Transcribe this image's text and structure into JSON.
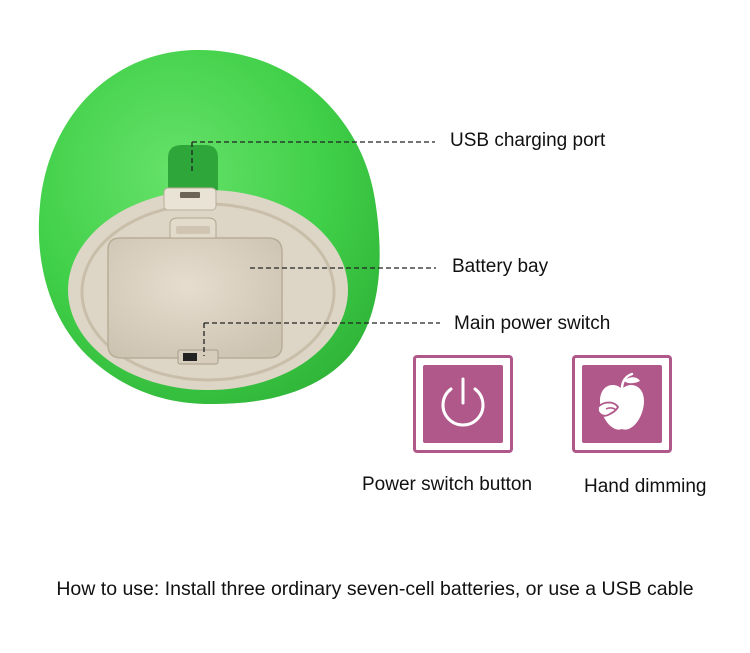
{
  "callouts": {
    "usb_port": "USB charging port",
    "battery_bay": "Battery bay",
    "main_power_switch": "Main power switch"
  },
  "features": [
    {
      "label": "Power switch button",
      "icon": "power-icon"
    },
    {
      "label": "Hand dimming",
      "icon": "apple-hand-icon"
    }
  ],
  "instruction": "How to use: Install three ordinary seven-cell batteries, or use a USB cable",
  "colors": {
    "lamp_green": "#43d14a",
    "battery_cover": "#dbd2c2",
    "icon_magenta": "#b0588a"
  }
}
